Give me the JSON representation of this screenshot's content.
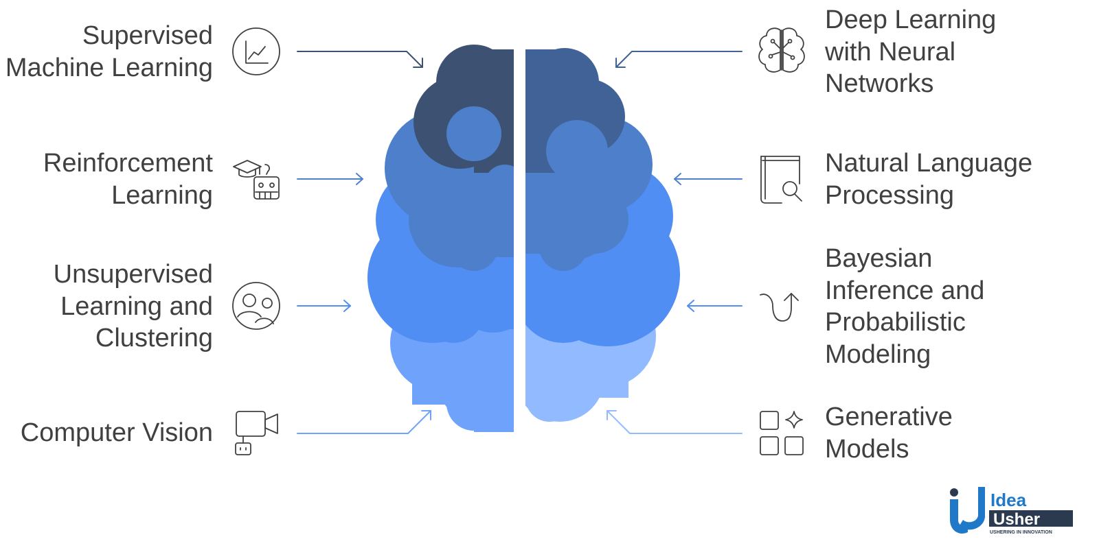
{
  "colors": {
    "text": "#404040",
    "icon_stroke": "#404040",
    "lobe_dark_left": "#3d5173",
    "lobe_dark_right": "#406296",
    "lobe_mid": "#4e7fcb",
    "lobe_bright": "#508ef4",
    "lobe_light_left": "#6fa3fb",
    "lobe_light_right": "#92baff",
    "logo_blue": "#1f78c8",
    "logo_dark": "#2b3a4e"
  },
  "left_topics": [
    {
      "id": "supervised",
      "lines": [
        "Supervised",
        "Machine Learning"
      ],
      "icon": "line-chart-icon"
    },
    {
      "id": "reinforcement",
      "lines": [
        "Reinforcement",
        "Learning"
      ],
      "icon": "graduate-robot-icon"
    },
    {
      "id": "unsupervised",
      "lines": [
        "Unsupervised",
        "Learning and",
        "Clustering"
      ],
      "icon": "people-group-icon"
    },
    {
      "id": "vision",
      "lines": [
        "Computer Vision"
      ],
      "icon": "video-camera-robot-icon"
    }
  ],
  "right_topics": [
    {
      "id": "deep",
      "lines": [
        "Deep Learning",
        "with Neural",
        "Networks"
      ],
      "icon": "brain-circuit-icon"
    },
    {
      "id": "nlp",
      "lines": [
        "Natural Language",
        "Processing"
      ],
      "icon": "book-search-icon"
    },
    {
      "id": "bayesian",
      "lines": [
        "Bayesian",
        "Inference and",
        "Probabilistic",
        "Modeling"
      ],
      "icon": "curve-arrow-up-icon"
    },
    {
      "id": "generative",
      "lines": [
        "Generative",
        "Models"
      ],
      "icon": "shapes-sparkle-icon"
    }
  ],
  "logo": {
    "word1": "Idea",
    "word2": "Usher",
    "tagline": "USHERING IN INNOVATION"
  }
}
